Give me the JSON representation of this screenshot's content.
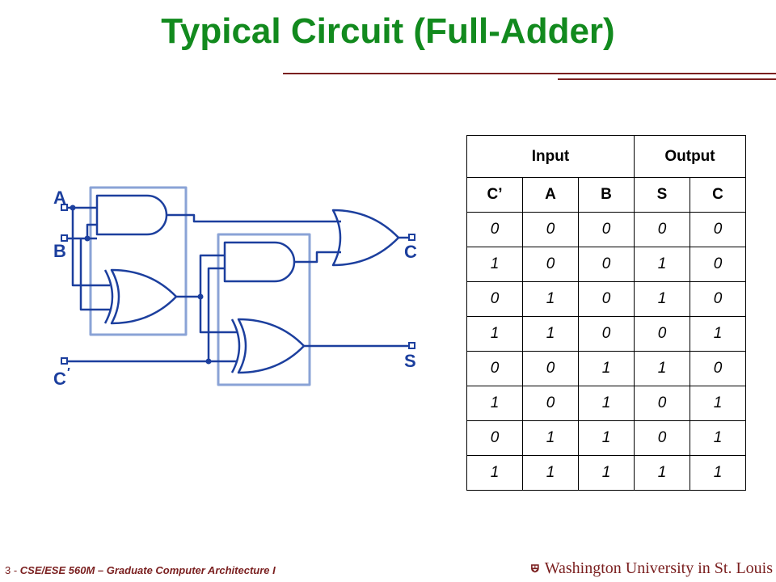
{
  "slide": {
    "title": "Typical Circuit (Full-Adder)"
  },
  "circuit": {
    "labels": {
      "a": "A",
      "b": "B",
      "c_in": "C",
      "c_in_prime": "′",
      "c_out": "C",
      "s": "S"
    }
  },
  "truth_table": {
    "group_headers": [
      "Input",
      "Output"
    ],
    "columns": [
      "C’",
      "A",
      "B",
      "S",
      "C"
    ],
    "rows": [
      [
        "0",
        "0",
        "0",
        "0",
        "0"
      ],
      [
        "1",
        "0",
        "0",
        "1",
        "0"
      ],
      [
        "0",
        "1",
        "0",
        "1",
        "0"
      ],
      [
        "1",
        "1",
        "0",
        "0",
        "1"
      ],
      [
        "0",
        "0",
        "1",
        "1",
        "0"
      ],
      [
        "1",
        "0",
        "1",
        "0",
        "1"
      ],
      [
        "0",
        "1",
        "1",
        "0",
        "1"
      ],
      [
        "1",
        "1",
        "1",
        "1",
        "1"
      ]
    ]
  },
  "footer": {
    "page_number": "3",
    "separator": " - ",
    "course": "CSE/ESE 560M – Graduate Computer Architecture I",
    "university": "Washington University in St. Louis"
  },
  "colors": {
    "title": "#128a1e",
    "accent": "#7a1f1f",
    "circuit": "#1c3f9e",
    "gate_box": "#8aa3d6"
  }
}
